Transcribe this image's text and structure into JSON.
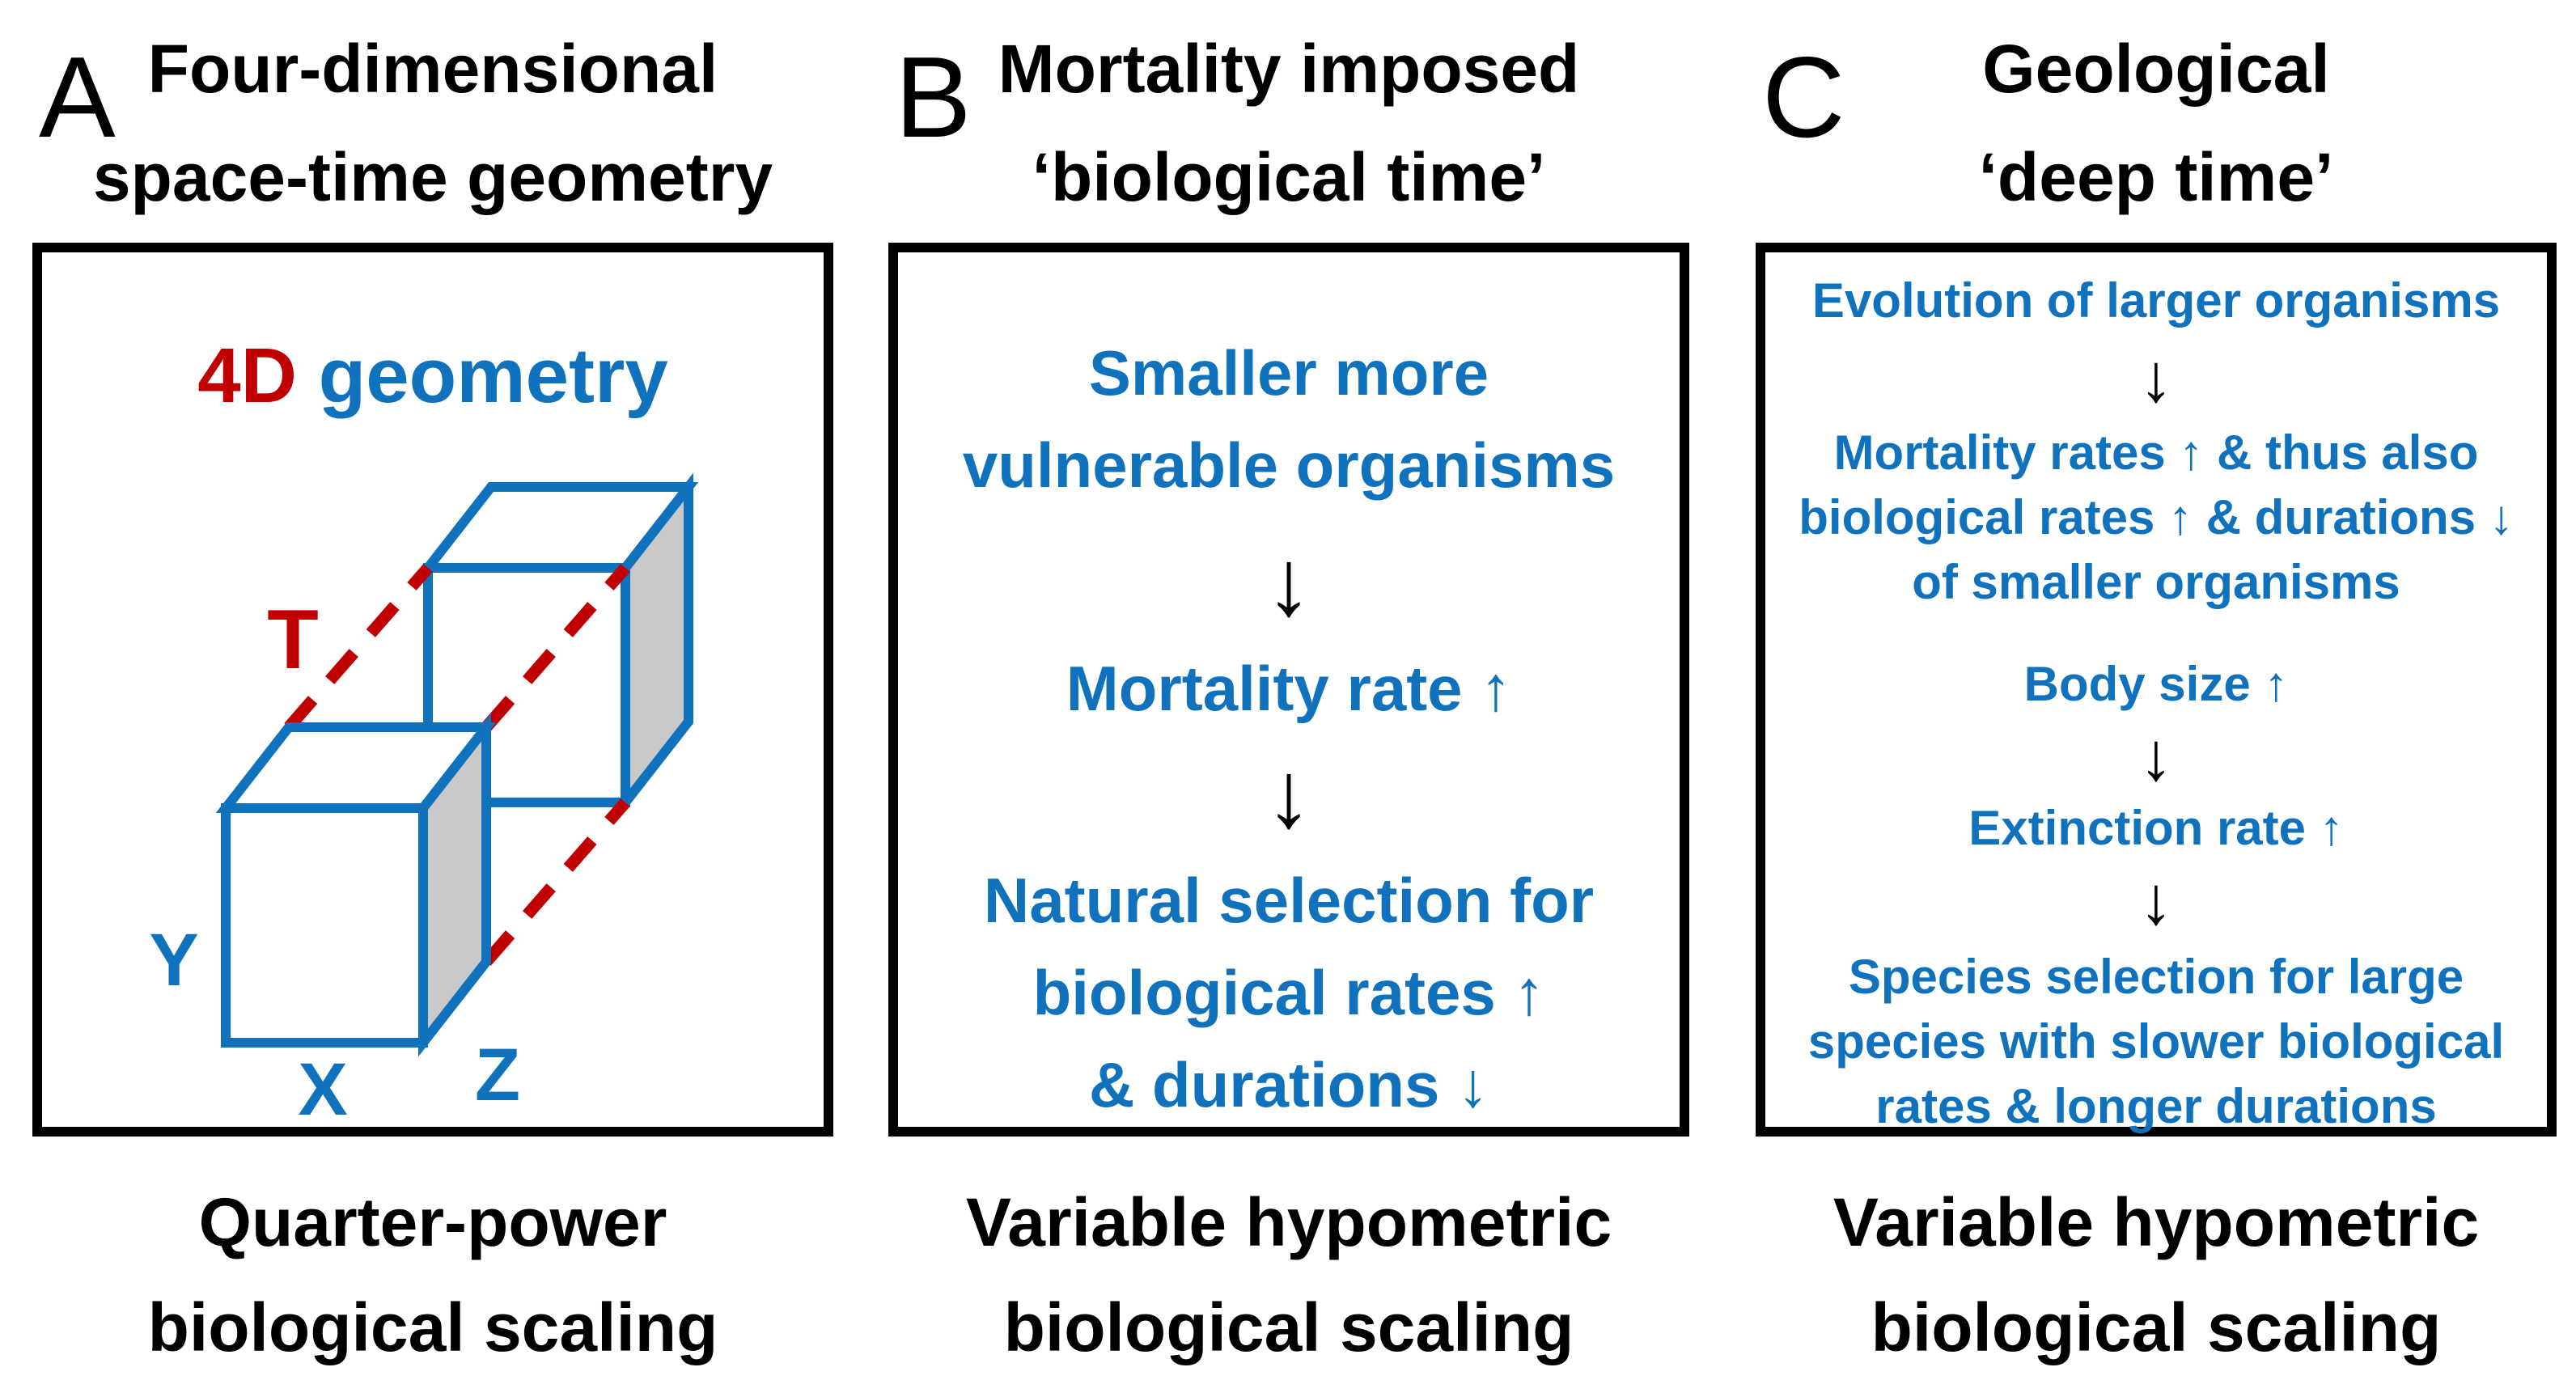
{
  "colors": {
    "blue": "#1072BC",
    "dark_red": "#C00000",
    "black": "#000000",
    "cube_side_gray": "#C9C9C9"
  },
  "glyphs": {
    "down_arrow": "↓",
    "up_arrow": "↑"
  },
  "panels": [
    {
      "letter": "A",
      "title_lines": [
        "Four-dimensional",
        "space-time geometry"
      ],
      "box": {
        "heading_red": "4D",
        "heading_blue": "geometry",
        "axes": {
          "t": "T",
          "x": "X",
          "y": "Y",
          "z": "Z"
        }
      },
      "caption_lines": [
        "Quarter-power",
        "biological scaling"
      ]
    },
    {
      "letter": "B",
      "title_lines": [
        "Mortality imposed",
        "‘biological time’"
      ],
      "box": {
        "organisms_lines": [
          "Smaller more",
          "vulnerable organisms"
        ],
        "arrow_down": "↓",
        "mortality_line": "Mortality rate ↑",
        "selection_lines": [
          "Natural selection for",
          "biological rates ↑",
          "& durations ↓"
        ]
      },
      "caption_lines": [
        "Variable hypometric",
        "biological scaling"
      ]
    },
    {
      "letter": "C",
      "title_lines": [
        "Geological",
        "‘deep time’"
      ],
      "box": {
        "evolution_line": "Evolution of larger organisms",
        "arrow_down": "↓",
        "mortality_lines": [
          "Mortality rates ↑ & thus also",
          "biological rates ↑ & durations ↓",
          "of smaller organisms"
        ],
        "body_size_line": "Body size ↑",
        "extinction_line": "Extinction rate ↑",
        "species_lines": [
          "Species selection for large",
          "species with slower biological",
          "rates & longer durations"
        ]
      },
      "caption_lines": [
        "Variable hypometric",
        "biological scaling"
      ]
    }
  ]
}
